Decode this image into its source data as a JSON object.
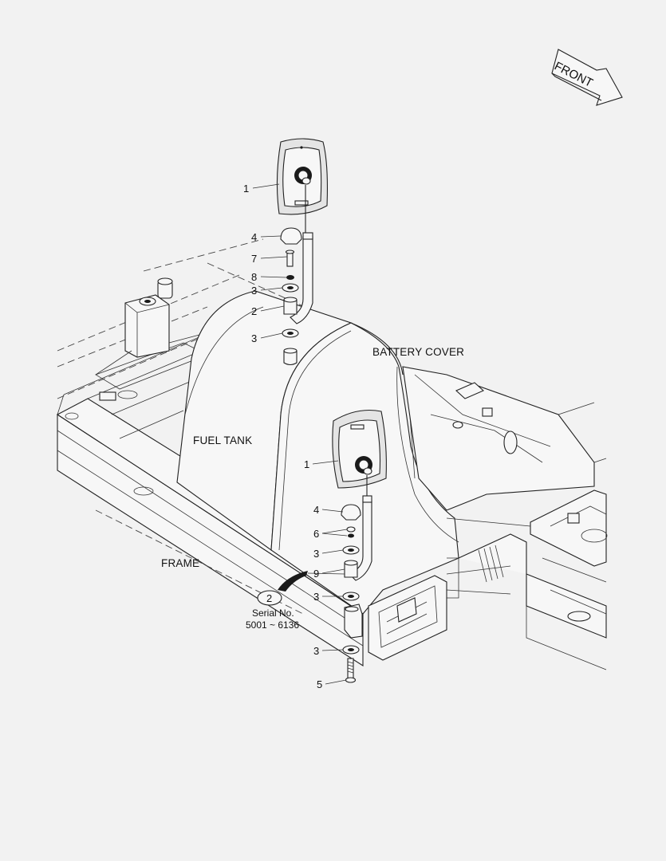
{
  "front_arrow": {
    "label": "FRONT"
  },
  "regions": {
    "battery_cover": "BATTERY COVER",
    "fuel_tank": "FUEL TANK",
    "frame": "FRAME"
  },
  "callouts": {
    "upper": [
      {
        "num": "1"
      },
      {
        "num": "4"
      },
      {
        "num": "7"
      },
      {
        "num": "8"
      },
      {
        "num": "3"
      },
      {
        "num": "2"
      },
      {
        "num": "3"
      }
    ],
    "lower": [
      {
        "num": "1"
      },
      {
        "num": "4"
      },
      {
        "num": "6"
      },
      {
        "num": "3"
      },
      {
        "num": "9"
      },
      {
        "num": "3"
      },
      {
        "num": "3"
      },
      {
        "num": "5"
      }
    ]
  },
  "serial_note": {
    "ref": "2",
    "line1": "Serial No.",
    "line2": "5001 ~ 6136"
  }
}
